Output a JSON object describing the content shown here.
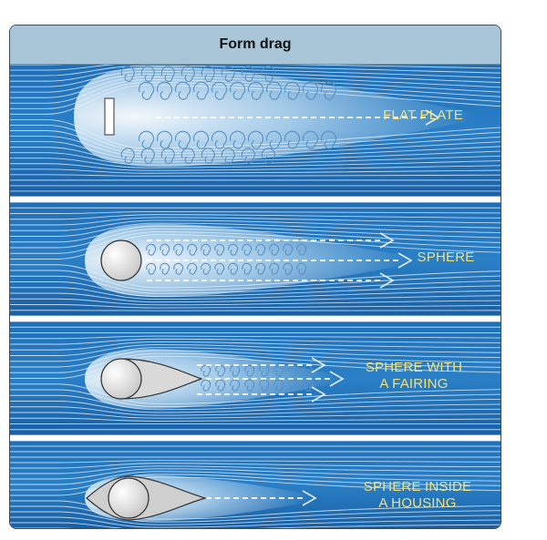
{
  "title": "Form drag",
  "colors": {
    "flow_blue": "#1f6fb8",
    "flow_dark": "#1a5fa4",
    "wake_light": "#cfe6f5",
    "streamline": "#e6f2fb",
    "header_bg": "#a8c6d8",
    "label_yellow": "#f2e27a",
    "body_fill": "#e8e8e8"
  },
  "panels": [
    {
      "label_lines": [
        "FLAT PLATE"
      ],
      "shape": "flat-plate",
      "wake": "wide-turbulent"
    },
    {
      "label_lines": [
        "SPHERE"
      ],
      "shape": "sphere",
      "wake": "medium-turbulent"
    },
    {
      "label_lines": [
        "SPHERE WITH",
        "A FAIRING"
      ],
      "shape": "sphere-with-fairing",
      "wake": "small-turbulent"
    },
    {
      "label_lines": [
        "SPHERE INSIDE",
        "A HOUSING"
      ],
      "shape": "sphere-inside-housing",
      "wake": "minimal"
    }
  ]
}
